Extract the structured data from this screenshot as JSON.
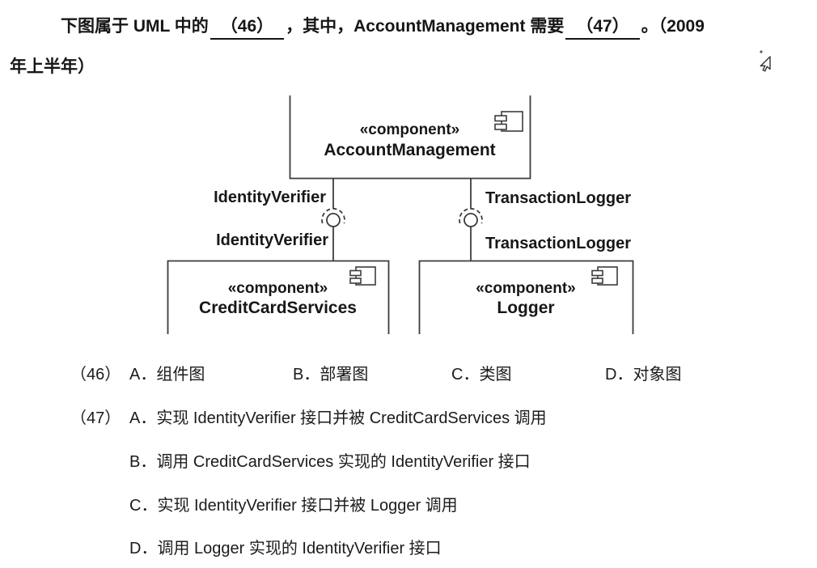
{
  "question": {
    "line1_pre": "下图属于 UML 中的",
    "blank1": "（46）",
    "line1_mid": "，其中，AccountManagement 需要",
    "blank2": "（47）",
    "line1_post": "。（2009",
    "line2": "年上半年）"
  },
  "diagram": {
    "top": {
      "stereotype": "«component»",
      "name": "AccountManagement"
    },
    "left": {
      "stereotype": "«component»",
      "name": "CreditCardServices"
    },
    "right": {
      "stereotype": "«component»",
      "name": "Logger"
    },
    "interfaces": {
      "left_required": "IdentityVerifier",
      "left_provided": "IdentityVerifier",
      "right_required": "TransactionLogger",
      "right_provided": "TransactionLogger"
    }
  },
  "q46": {
    "number": "（46）",
    "a": "A．组件图",
    "b": "B．部署图",
    "c": "C．类图",
    "d": "D．对象图"
  },
  "q47": {
    "number": "（47）",
    "a": "A．实现 IdentityVerifier 接口并被 CreditCardServices 调用",
    "b": "B．调用 CreditCardServices 实现的 IdentityVerifier 接口",
    "c": "C．实现 IdentityVerifier 接口并被 Logger 调用",
    "d": "D．调用 Logger 实现的 IdentityVerifier 接口"
  },
  "colors": {
    "background": "#ffffff",
    "text": "#1a1a1a",
    "diagram_line": "#3c3c3c",
    "underline": "#141414"
  }
}
